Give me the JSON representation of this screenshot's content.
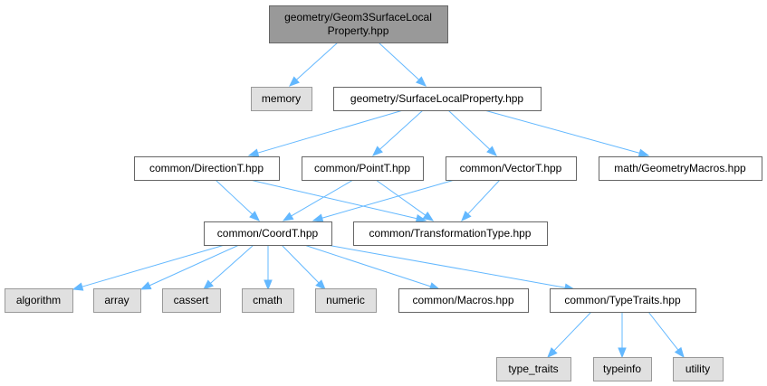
{
  "graph": {
    "colors": {
      "edge": "#63b8ff",
      "root_fill": "#999999",
      "file_fill": "#ffffff",
      "system_fill": "#e0e0e0",
      "border": "#666666",
      "system_border": "#999999"
    },
    "nodes": {
      "root": {
        "lines": [
          "geometry/Geom3SurfaceLocal",
          "Property.hpp"
        ],
        "kind": "root"
      },
      "memory": {
        "lines": [
          "memory"
        ],
        "kind": "system"
      },
      "surface_local_property": {
        "lines": [
          "geometry/SurfaceLocalProperty.hpp"
        ],
        "kind": "file"
      },
      "direction_t": {
        "lines": [
          "common/DirectionT.hpp"
        ],
        "kind": "file"
      },
      "point_t": {
        "lines": [
          "common/PointT.hpp"
        ],
        "kind": "file"
      },
      "vector_t": {
        "lines": [
          "common/VectorT.hpp"
        ],
        "kind": "file"
      },
      "geometry_macros": {
        "lines": [
          "math/GeometryMacros.hpp"
        ],
        "kind": "file"
      },
      "coord_t": {
        "lines": [
          "common/CoordT.hpp"
        ],
        "kind": "file"
      },
      "transformation_type": {
        "lines": [
          "common/TransformationType.hpp"
        ],
        "kind": "file"
      },
      "algorithm": {
        "lines": [
          "algorithm"
        ],
        "kind": "system"
      },
      "array": {
        "lines": [
          "array"
        ],
        "kind": "system"
      },
      "cassert": {
        "lines": [
          "cassert"
        ],
        "kind": "system"
      },
      "cmath": {
        "lines": [
          "cmath"
        ],
        "kind": "system"
      },
      "numeric": {
        "lines": [
          "numeric"
        ],
        "kind": "system"
      },
      "macros": {
        "lines": [
          "common/Macros.hpp"
        ],
        "kind": "file"
      },
      "type_traits_hpp": {
        "lines": [
          "common/TypeTraits.hpp"
        ],
        "kind": "file"
      },
      "type_traits": {
        "lines": [
          "type_traits"
        ],
        "kind": "system"
      },
      "typeinfo": {
        "lines": [
          "typeinfo"
        ],
        "kind": "system"
      },
      "utility": {
        "lines": [
          "utility"
        ],
        "kind": "system"
      }
    },
    "edges": [
      {
        "from": "root",
        "to": "memory"
      },
      {
        "from": "root",
        "to": "surface_local_property"
      },
      {
        "from": "surface_local_property",
        "to": "direction_t"
      },
      {
        "from": "surface_local_property",
        "to": "point_t"
      },
      {
        "from": "surface_local_property",
        "to": "vector_t"
      },
      {
        "from": "surface_local_property",
        "to": "geometry_macros"
      },
      {
        "from": "direction_t",
        "to": "coord_t"
      },
      {
        "from": "direction_t",
        "to": "transformation_type"
      },
      {
        "from": "point_t",
        "to": "coord_t"
      },
      {
        "from": "point_t",
        "to": "transformation_type"
      },
      {
        "from": "vector_t",
        "to": "coord_t"
      },
      {
        "from": "vector_t",
        "to": "transformation_type"
      },
      {
        "from": "coord_t",
        "to": "algorithm"
      },
      {
        "from": "coord_t",
        "to": "array"
      },
      {
        "from": "coord_t",
        "to": "cassert"
      },
      {
        "from": "coord_t",
        "to": "cmath"
      },
      {
        "from": "coord_t",
        "to": "numeric"
      },
      {
        "from": "coord_t",
        "to": "macros"
      },
      {
        "from": "coord_t",
        "to": "type_traits_hpp"
      },
      {
        "from": "type_traits_hpp",
        "to": "type_traits"
      },
      {
        "from": "type_traits_hpp",
        "to": "typeinfo"
      },
      {
        "from": "type_traits_hpp",
        "to": "utility"
      }
    ]
  }
}
